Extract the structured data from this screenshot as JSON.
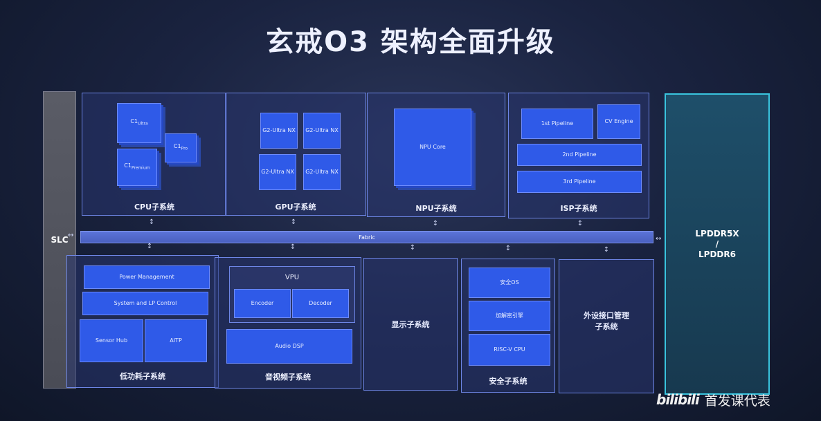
{
  "title": "玄戒O3 架构全面升级",
  "slc": "SLC",
  "lpddr": {
    "line1": "LPDDR5X",
    "line2": "/",
    "line3": "LPDDR6"
  },
  "fabric": "Fabric",
  "cpu": {
    "label": "CPU子系统",
    "c1_ultra": "C1",
    "c1_ultra_sub": "Ultra",
    "c1_premium": "C1",
    "c1_premium_sub": "Premium",
    "c1_pro": "C1",
    "c1_pro_sub": "Pro"
  },
  "gpu": {
    "label": "GPU子系统",
    "cores": [
      "G2-Ultra NX",
      "G2-Ultra NX",
      "G2-Ultra NX",
      "G2-Ultra NX"
    ]
  },
  "npu": {
    "label": "NPU子系统",
    "core": "NPU Core"
  },
  "isp": {
    "label": "ISP子系统",
    "p1": "1st Pipeline",
    "cv": "CV Engine",
    "p2": "2nd Pipeline",
    "p3": "3rd Pipeline"
  },
  "lowpower": {
    "label": "低功耗子系统",
    "pm": "Power Management",
    "sys": "System and LP Control",
    "sensor": "Sensor Hub",
    "aitp": "AITP"
  },
  "av": {
    "label": "音视频子系统",
    "vpu": "VPU",
    "encoder": "Encoder",
    "decoder": "Decoder",
    "audio": "Audio DSP"
  },
  "display": {
    "label": "显示子系统"
  },
  "security": {
    "label": "安全子系统",
    "os": "安全OS",
    "crypto": "加解密引擎",
    "riscv": "RISC-V CPU"
  },
  "peripheral": {
    "line1": "外设接口管理",
    "line2": "子系统"
  },
  "watermark": {
    "logo": "bilibili",
    "text": "首发课代表"
  }
}
